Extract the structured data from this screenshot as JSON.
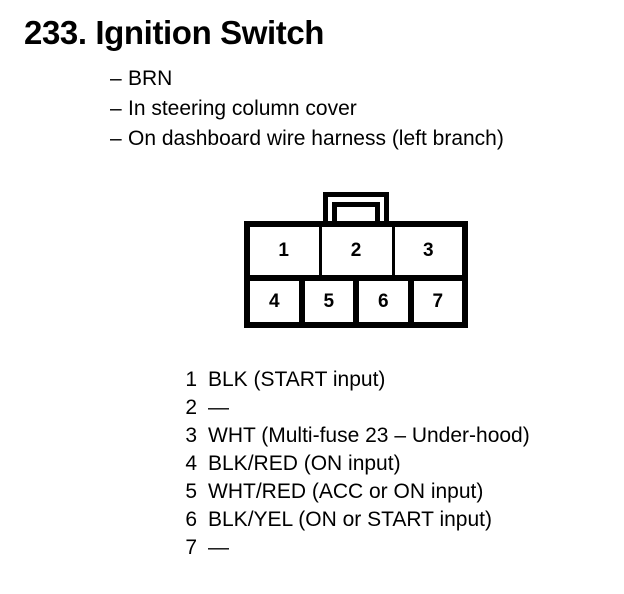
{
  "page": {
    "title": "233. Ignition Switch",
    "attributes": [
      {
        "dash": "–",
        "text": "BRN"
      },
      {
        "dash": "–",
        "text": "In steering column cover"
      },
      {
        "dash": "–",
        "text": "On dashboard wire harness (left branch)"
      }
    ]
  },
  "connector": {
    "top_row": [
      {
        "number": "1"
      },
      {
        "number": "2"
      },
      {
        "number": "3"
      }
    ],
    "bottom_row": [
      {
        "number": "4"
      },
      {
        "number": "5"
      },
      {
        "number": "6"
      },
      {
        "number": "7"
      }
    ]
  },
  "pinout": [
    {
      "number": "1",
      "desc": "BLK (START input)"
    },
    {
      "number": "2",
      "desc": "—"
    },
    {
      "number": "3",
      "desc": "WHT (Multi-fuse 23 – Under-hood)"
    },
    {
      "number": "4",
      "desc": "BLK/RED (ON input)"
    },
    {
      "number": "5",
      "desc": "WHT/RED (ACC or ON input)"
    },
    {
      "number": "6",
      "desc": "BLK/YEL (ON or START input)"
    },
    {
      "number": "7",
      "desc": "—"
    }
  ],
  "colors": {
    "ink": "#000000",
    "background": "#ffffff"
  }
}
